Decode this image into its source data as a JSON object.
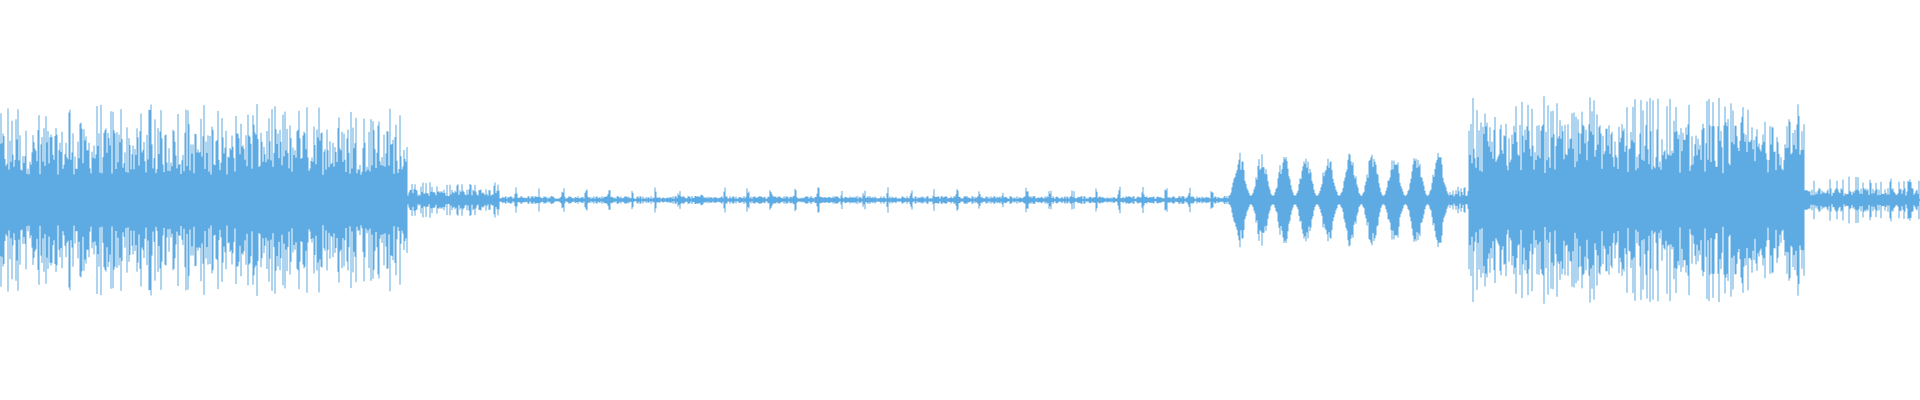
{
  "waveform": {
    "color": "#5eaae2",
    "background": "#ffffff",
    "segments": [
      {
        "start": 0.0,
        "end": 0.212,
        "level": 0.36,
        "spike": 0.48,
        "kind": "dense"
      },
      {
        "start": 0.212,
        "end": 0.26,
        "level": 0.055,
        "spike": 0.09,
        "kind": "dense"
      },
      {
        "start": 0.26,
        "end": 0.64,
        "level": 0.02,
        "spike": 0.05,
        "kind": "bursts"
      },
      {
        "start": 0.64,
        "end": 0.755,
        "level": 0.07,
        "spike": 0.22,
        "kind": "pulses"
      },
      {
        "start": 0.755,
        "end": 0.765,
        "level": 0.05,
        "spike": 0.08,
        "kind": "dense"
      },
      {
        "start": 0.765,
        "end": 0.94,
        "level": 0.38,
        "spike": 0.52,
        "kind": "dense"
      },
      {
        "start": 0.94,
        "end": 1.0,
        "level": 0.06,
        "spike": 0.12,
        "kind": "dense"
      }
    ]
  }
}
